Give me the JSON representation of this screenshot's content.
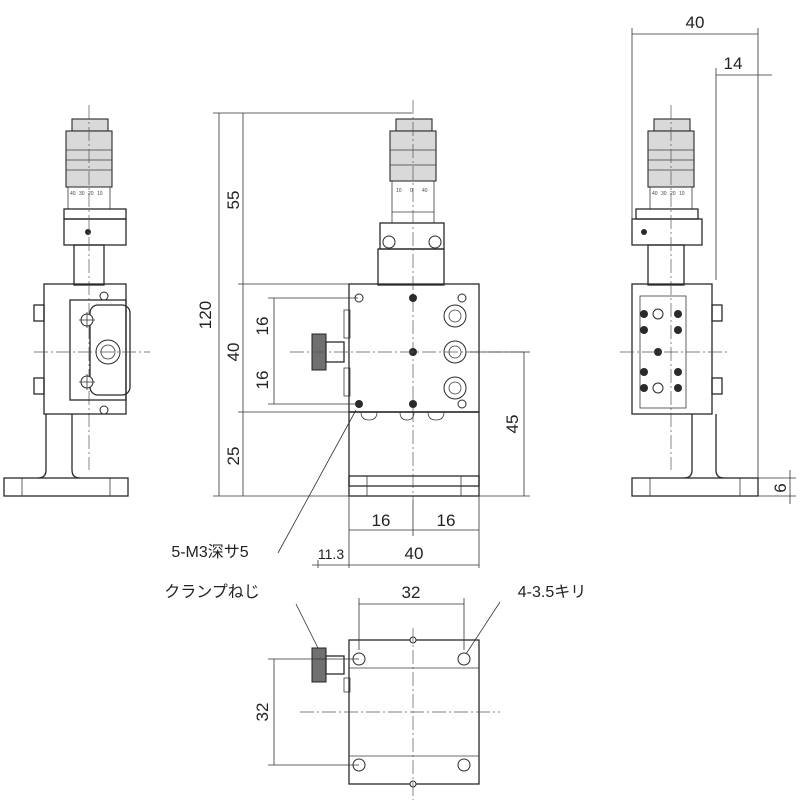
{
  "labels": {
    "tapped_holes": "5-M3深サ5",
    "clamp_screw": "クランプねじ",
    "through_holes": "4-3.5キリ"
  },
  "dimensions": {
    "total_height": "120",
    "micrometer_height": "55",
    "stage_height": "40",
    "stage_upper": "16",
    "stage_lower": "16",
    "base_height": "25",
    "right_height": "45",
    "hole_pitch_left": "16",
    "hole_pitch_right": "16",
    "offset": "11.3",
    "body_width": "40",
    "side_total_width": "40",
    "side_offset": "14",
    "base_thickness": "6",
    "bottom_pitch_x": "32",
    "bottom_pitch_y": "32"
  },
  "micrometer_scale": {
    "thimble_marks_left": [
      "40",
      "30",
      "20",
      "10"
    ],
    "thimble_marks_front": [
      "10",
      "0",
      "40"
    ],
    "thimble_marks_right": [
      "40",
      "30",
      "20",
      "10"
    ]
  }
}
